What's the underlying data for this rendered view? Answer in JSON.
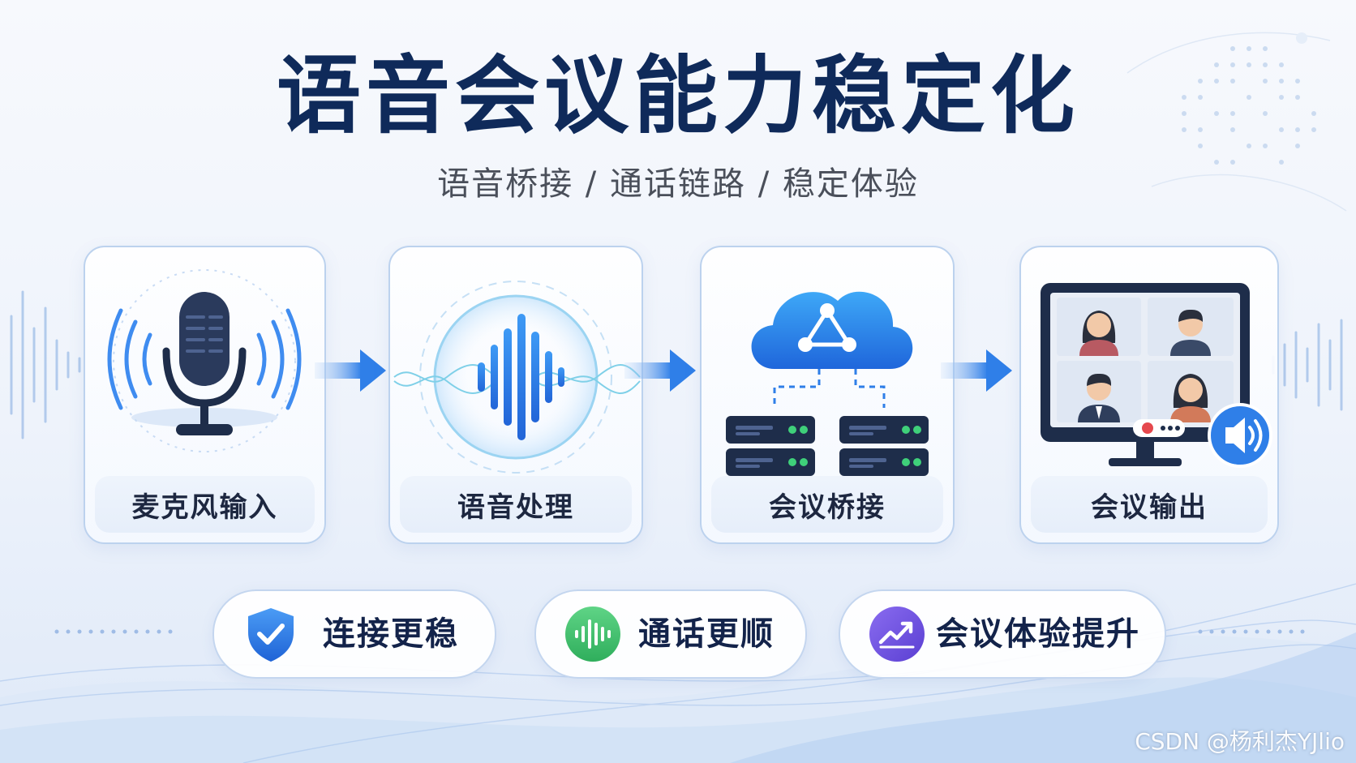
{
  "title": "语音会议能力稳定化",
  "subtitle": "语音桥接 / 通话链路 / 稳定体验",
  "steps": [
    {
      "label": "麦克风输入",
      "icon": "microphone-icon"
    },
    {
      "label": "语音处理",
      "icon": "waveform-icon"
    },
    {
      "label": "会议桥接",
      "icon": "cloud-server-icon"
    },
    {
      "label": "会议输出",
      "icon": "video-conference-monitor-icon"
    }
  ],
  "benefits": [
    {
      "label": "连接更稳",
      "icon": "shield-check-icon",
      "color": "#2d7fe6"
    },
    {
      "label": "通话更顺",
      "icon": "voice-wave-icon",
      "color": "#3cc06a"
    },
    {
      "label": "会议体验提升",
      "icon": "trend-up-icon",
      "color": "#7a55e0"
    }
  ],
  "colors": {
    "title": "#0f2a5a",
    "accent": "#2f7fe8",
    "dark_icon": "#1e2d4a"
  },
  "watermark": "CSDN @杨利杰YJlio"
}
